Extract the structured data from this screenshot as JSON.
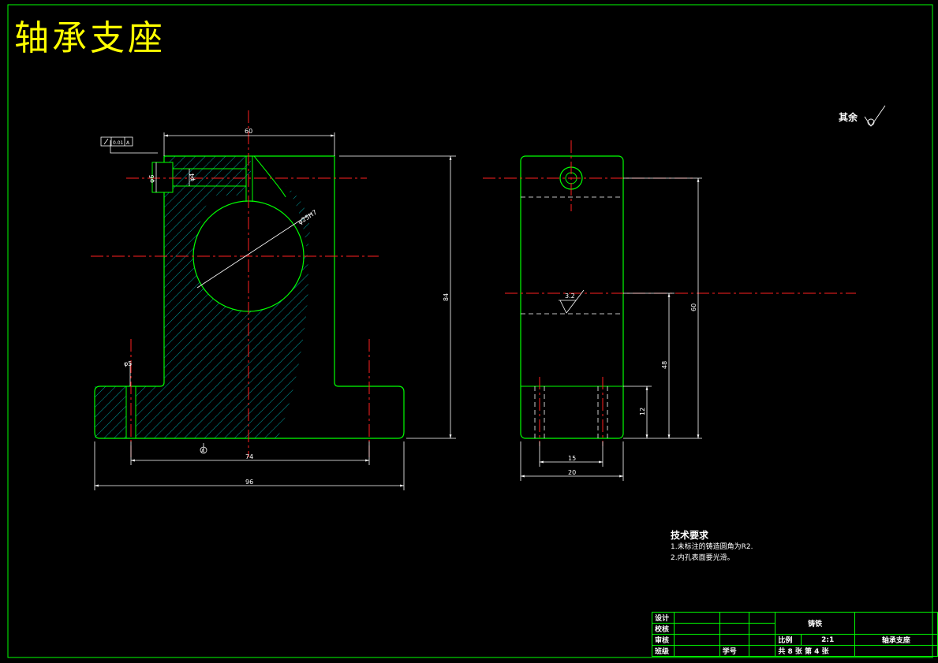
{
  "title": "轴承支座",
  "roughness_note": "其余",
  "dims": {
    "width_top": "60",
    "hole_diameter": "φ25H7",
    "height_total": "84",
    "base_hole_span": "74",
    "base_width": "96",
    "side_height": "60",
    "side_mid": "48",
    "side_base": "12",
    "side_slot": "15",
    "side_width": "20",
    "d6": "φ6",
    "d4": "φ4",
    "d5": "φ5",
    "tolerance": "0.01",
    "datum": "A",
    "roughness_value": "3.2"
  },
  "tech": {
    "heading": "技术要求",
    "line1": "1.未标注的铸造圆角为R2.",
    "line2": "2.内孔表面要光滑。"
  },
  "titleblock": {
    "design": "设计",
    "check": "校核",
    "review": "审核",
    "class": "班级",
    "student_no": "学号",
    "material": "铸铁",
    "scale_label": "比例",
    "scale": "2:1",
    "sheets": "共 8 张   第 4 张",
    "part_name": "轴承支座"
  }
}
